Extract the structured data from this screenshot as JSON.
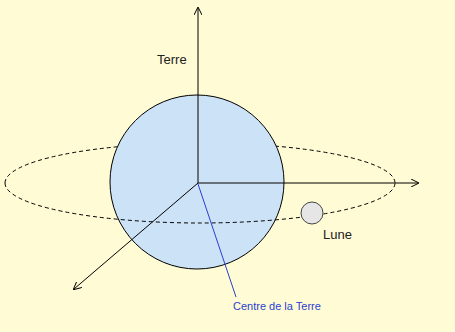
{
  "diagram": {
    "labels": [
      "Terre",
      "Lune",
      "Centre de la Terre"
    ]
  }
}
